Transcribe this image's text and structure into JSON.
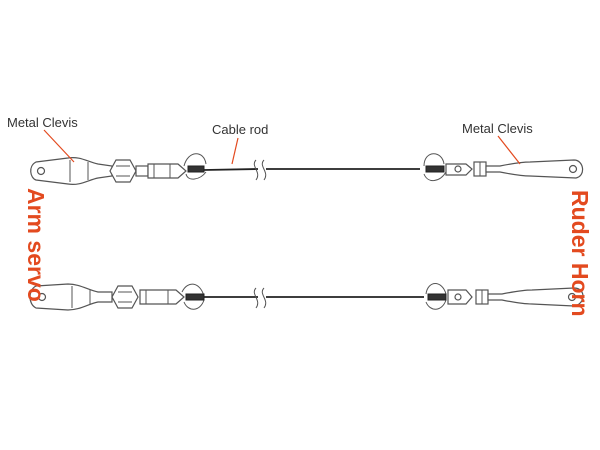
{
  "labels": {
    "metal_clevis_left": "Metal Clevis",
    "cable_rod": "Cable rod",
    "metal_clevis_right": "Metal Clevis",
    "arm_servo": "Arm servo",
    "rudder_horn": "Ruder Horn"
  },
  "colors": {
    "accent": "#e34a1f",
    "line": "#222222",
    "outline": "#555555",
    "text": "#333333"
  }
}
